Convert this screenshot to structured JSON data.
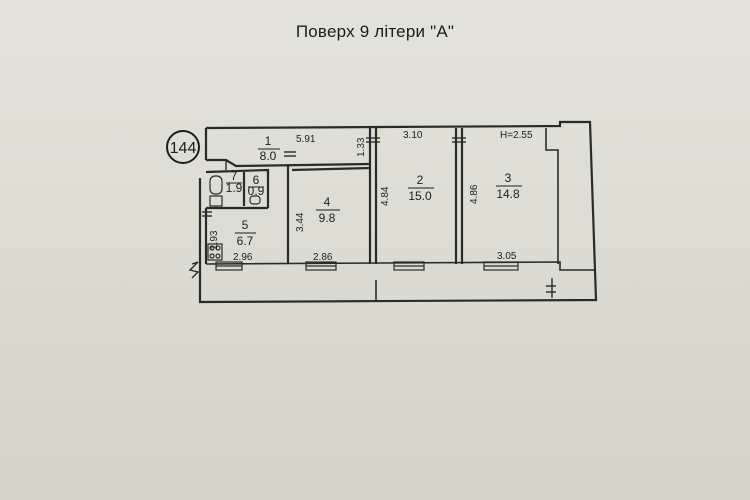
{
  "title": "Поверх 9 літери  \"А\"",
  "building_number": "144",
  "ceiling_height": "H=2.55",
  "rooms": [
    {
      "number": "1",
      "area": "8.0"
    },
    {
      "number": "2",
      "area": "15.0"
    },
    {
      "number": "3",
      "area": "14.8"
    },
    {
      "number": "4",
      "area": "9.8"
    },
    {
      "number": "5",
      "area": "6.7"
    },
    {
      "number": "6",
      "area": "0.9"
    },
    {
      "number": "7",
      "area": "1.9"
    }
  ],
  "dimensions": {
    "room1_length": "5.91",
    "room1_width": "1.33",
    "room2_width": "3.10",
    "room2_length": "4.84",
    "room3_length": "4.86",
    "room3_width": "3.05",
    "room4_length": "3.44",
    "room4_width": "2.86",
    "room5_length": "1.93",
    "room5_width": "2.96"
  }
}
